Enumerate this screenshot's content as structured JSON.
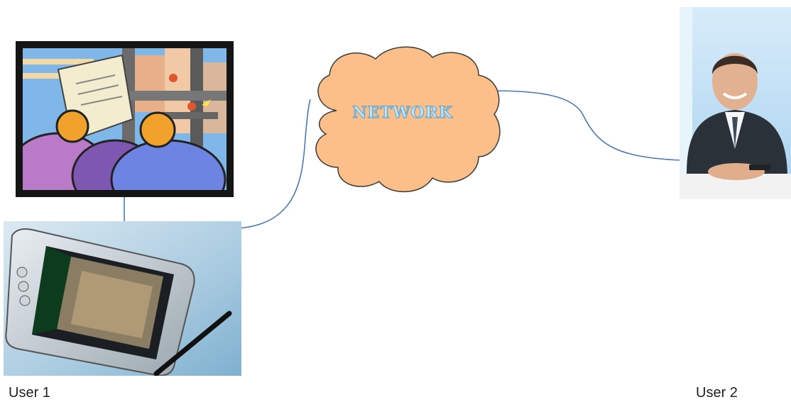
{
  "diagram": {
    "network_label": "NETWORK",
    "user1_label": "User 1",
    "user2_label": "User 2"
  },
  "colors": {
    "cloud_fill": "#fcbf8a",
    "cloud_stroke": "#3a3a3a",
    "link_line": "#4a78b8"
  },
  "icons": {
    "clipart": "construction-workers-blueprint-clipart",
    "device": "handheld-pda-device-photo",
    "person": "businessman-smartphone-photo",
    "network": "network-cloud-shape"
  }
}
